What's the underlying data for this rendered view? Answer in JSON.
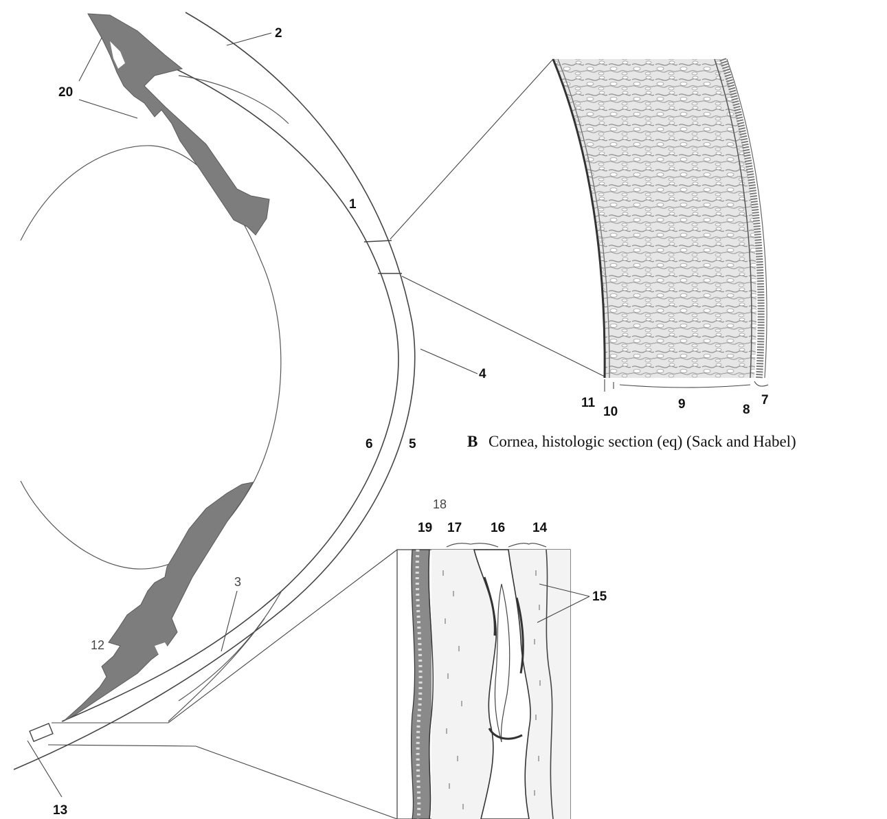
{
  "labels": {
    "l1": "1",
    "l2": "2",
    "l3": "3",
    "l4": "4",
    "l5": "5",
    "l6": "6",
    "l7": "7",
    "l8": "8",
    "l9": "9",
    "l10": "10",
    "l11": "11",
    "l12": "12",
    "l13": "13",
    "l14": "14",
    "l15": "15",
    "l16": "16",
    "l17": "17",
    "l18": "18",
    "l19": "19",
    "l20": "20"
  },
  "caption": {
    "letter": "B",
    "text": "Cornea, histologic section (eq) (Sack and Habel)"
  },
  "colors": {
    "tissue": "#7d7d7d",
    "line": "#555555",
    "text": "#111111"
  }
}
